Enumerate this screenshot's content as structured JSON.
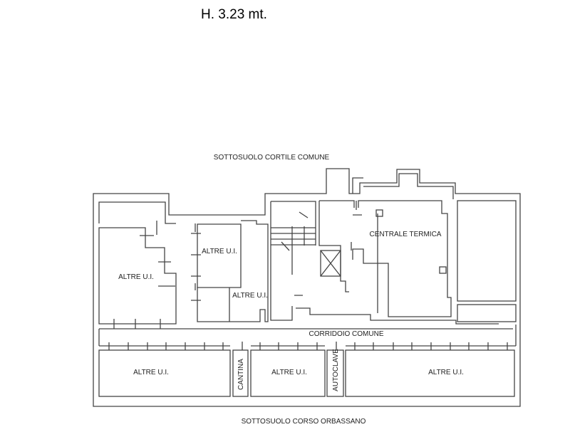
{
  "header": {
    "height_label": "H. 3.23 mt."
  },
  "labels": {
    "top_street": "SOTTOSUOLO CORTILE COMUNE",
    "bottom_street": "SOTTOSUOLO CORSO ORBASSANO",
    "centrale_termica": "CENTRALE  TERMICA",
    "corridoio": "CORRIDOIO COMUNE",
    "altre_ui_left": "ALTRE U.I.",
    "altre_ui_mid_upper": "ALTRE U.I.",
    "altre_ui_mid_lower": "ALTRE U.I.",
    "altre_ui_bottom_left": "ALTRE U.I.",
    "altre_ui_bottom_mid": "ALTRE U.I.",
    "altre_ui_bottom_right": "ALTRE U.I.",
    "cantina": "CANTINA",
    "autoclave": "AUTOCLAVE"
  }
}
